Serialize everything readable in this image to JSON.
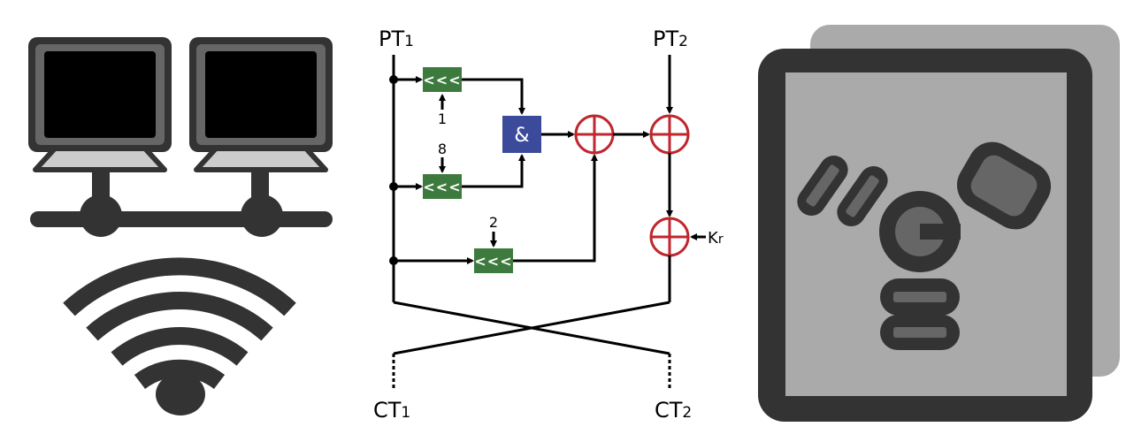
{
  "colors": {
    "rotate_box": "#3d7a3d",
    "and_box": "#3b4a9b",
    "xor": "#c0262e",
    "wire": "#000000",
    "dark_icon": "#333333",
    "mid_icon": "#666666",
    "light_icon": "#aaaaaa"
  },
  "icons": {
    "network": "networked-computers-icon",
    "wifi": "wifi-icon",
    "firewire": "firewire-icon"
  },
  "cipher": {
    "pt1": {
      "main": "PT",
      "sub": "1"
    },
    "pt2": {
      "main": "PT",
      "sub": "2"
    },
    "ct1": {
      "main": "CT",
      "sub": "1"
    },
    "ct2": {
      "main": "CT",
      "sub": "2"
    },
    "key": {
      "main": "K",
      "sub": "r"
    },
    "rot_symbol": "<<<",
    "rot_amounts": [
      "1",
      "8",
      "2"
    ],
    "and_symbol": "&"
  }
}
